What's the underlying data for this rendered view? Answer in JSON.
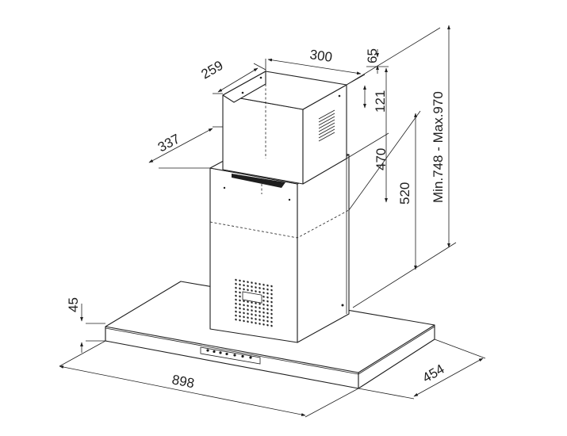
{
  "dimensions": {
    "chimney_width": "300",
    "chimney_depth": "259",
    "chimney_overlap": "65",
    "upper_chimney_gap": "121",
    "lower_chimney_height": "470",
    "body_height": "520",
    "total_height": "Min.748 - Max.970",
    "wall_offset": "337",
    "canopy_thickness": "45",
    "canopy_width": "898",
    "canopy_depth": "454"
  },
  "colors": {
    "line": "#1e1e1e",
    "background": "#ffffff"
  }
}
